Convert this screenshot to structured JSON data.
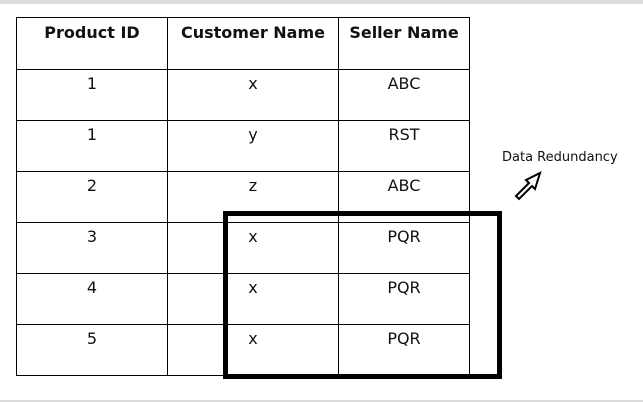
{
  "table": {
    "headers": [
      "Product ID",
      "Customer Name",
      "Seller Name"
    ],
    "rows": [
      [
        "1",
        "x",
        "ABC"
      ],
      [
        "1",
        "y",
        "RST"
      ],
      [
        "2",
        "z",
        "ABC"
      ],
      [
        "3",
        "x",
        "PQR"
      ],
      [
        "4",
        "x",
        "PQR"
      ],
      [
        "5",
        "x",
        "PQR"
      ]
    ]
  },
  "annotation": {
    "label": "Data Redundancy",
    "arrow_icon": "hollow-arrow-up-right-icon"
  }
}
